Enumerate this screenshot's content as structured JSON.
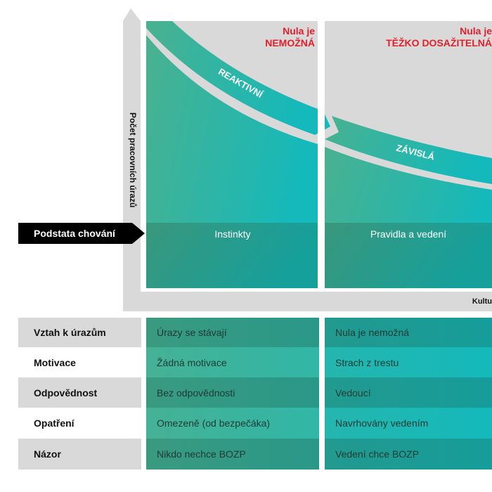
{
  "y_axis_label": "Počet pracovních úrazů",
  "x_axis_label": "Kultu",
  "behavior_label": "Podstata chování",
  "columns": [
    {
      "zero_line1": "Nula je",
      "zero_line2": "NEMOŽNÁ",
      "curve_label": "REAKTIVNÍ",
      "behavior": "Instinkty"
    },
    {
      "zero_line1": "Nula je",
      "zero_line2": "TĚŽKO DOSAŽITELNÁ",
      "curve_label": "ZÁVISLÁ",
      "behavior": "Pravidla a vedení"
    }
  ],
  "rows": [
    {
      "label": "Vztah k úrazům",
      "values": [
        "Úrazy se stávají",
        "Nula je nemožná"
      ]
    },
    {
      "label": "Motivace",
      "values": [
        "Žádná motivace",
        "Strach z trestu"
      ]
    },
    {
      "label": "Odpovědnost",
      "values": [
        "Bez odpovědnosti",
        "Vedoucí"
      ]
    },
    {
      "label": "Opatření",
      "values": [
        "Omezeně (od bezpečáka)",
        "Navrhovány vedením"
      ]
    },
    {
      "label": "Názor",
      "values": [
        "Nikdo nechce BOZP",
        "Vedení chce BOZP"
      ]
    }
  ],
  "colors": {
    "accent_red": "#e0202a",
    "teal_left": "#46b08f",
    "teal_right": "#16b9b9",
    "gray": "#d9d9d9"
  }
}
